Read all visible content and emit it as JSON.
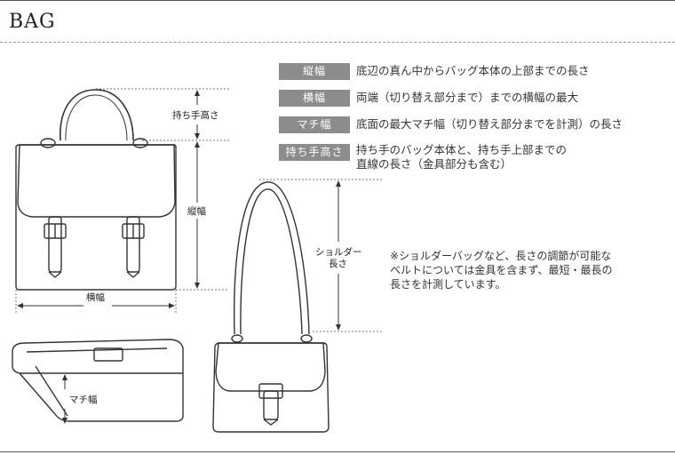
{
  "page": {
    "title": "BAG"
  },
  "legend": [
    {
      "tag": "縦幅",
      "desc": [
        "底辺の真ん中からバッグ本体の上部までの長さ"
      ]
    },
    {
      "tag": "横幅",
      "desc": [
        "両端（切り替え部分まで）までの横幅の最大"
      ]
    },
    {
      "tag": "マチ幅",
      "desc": [
        "底面の最大マチ幅（切り替え部分までを計測）の長さ"
      ]
    },
    {
      "tag": "持ち手高さ",
      "desc": [
        "持ち手のバッグ本体と、持ち手上部までの",
        "直線の長さ（金具部分も含む）"
      ]
    }
  ],
  "diagram_labels": {
    "handle_height": "持ち手高さ",
    "vertical": "縦幅",
    "horizontal": "横幅",
    "gusset": "マチ幅",
    "shoulder_1": "ショルダー",
    "shoulder_2": "長さ"
  },
  "note": [
    "※ショルダーバッグなど、長さの調節が可能な",
    "ベルトについては金具を含まず、最短・最長の",
    "長さを計測しています。"
  ],
  "colors": {
    "tag_bg": "#8c8c8c",
    "line": "#333333",
    "guide": "#777777"
  }
}
